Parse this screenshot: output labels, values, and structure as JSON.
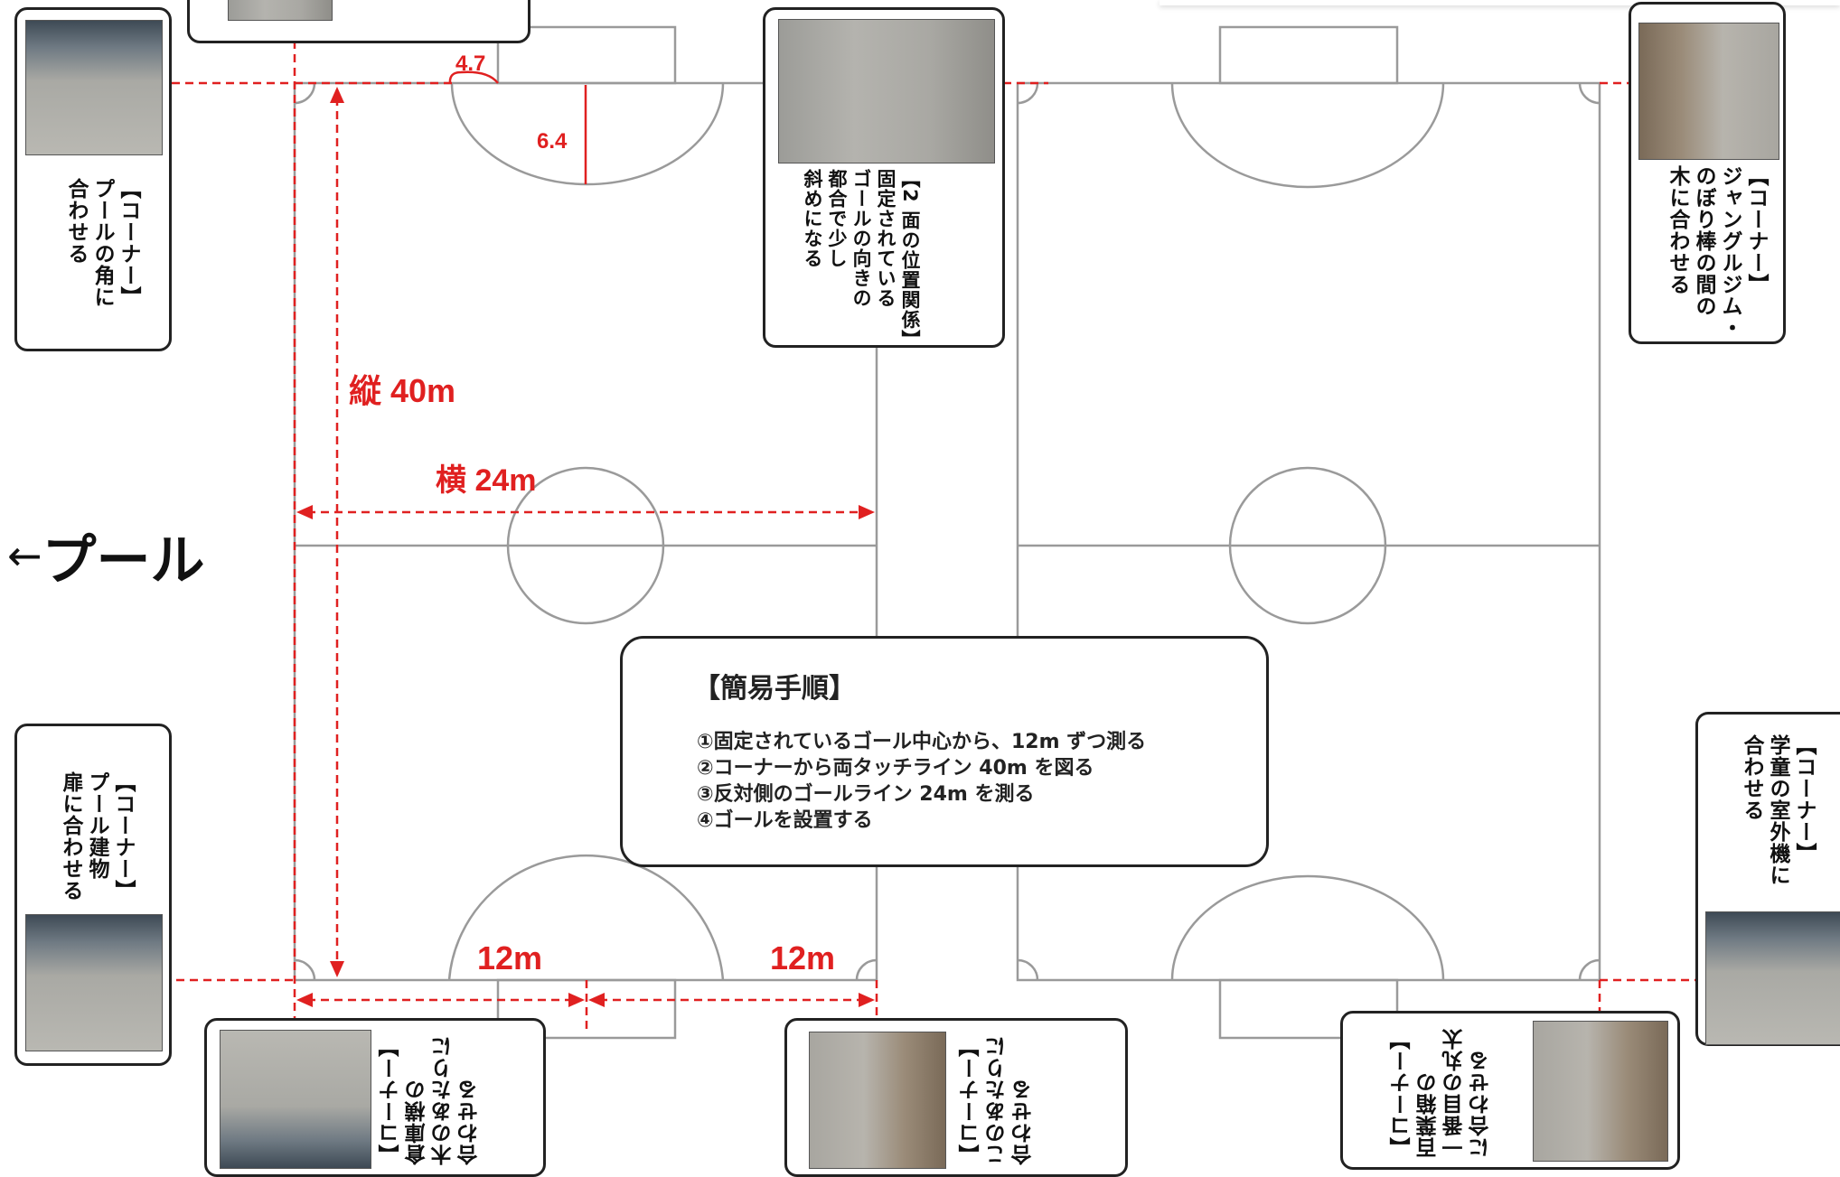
{
  "pool_label": "プール",
  "pool_arrow": "←",
  "dimensions": {
    "vertical": "縦 40m",
    "horizontal": "横 24m",
    "goal_seg_left": "12m",
    "goal_seg_right": "12m",
    "arc_a": "4.7",
    "arc_b": "6.4"
  },
  "procedure": {
    "title": "【簡易手順】",
    "steps": [
      "①固定されているゴール中心から、12m ずつ測る",
      "②コーナーから両タッチライン 40m を図る",
      "③反対側のゴールライン 24m を測る",
      "④ゴールを設置する"
    ]
  },
  "notes": {
    "top_left_corner": "【コーナー】\nプールの角に\n合わせる",
    "top_middle": "【2 面の位置関係】\n固定されている\nゴールの向きの\n都合で少し\n斜めになる",
    "top_right_corner": "【コーナー】\nジャングルジム・\nのぼり棒の間の\n木に合わせる",
    "mid_left_corner": "【コーナー】\nプール建物\n扉に合わせる",
    "mid_right_corner": "【コーナー】\n学童の室外機に\n合わせる",
    "bottom_left_corner": "【コーナー】\n倉庫横の\n木のあたりに\n合わせる",
    "bottom_middle_corner": "【コーナー】\nこのあたりに\n合わせる",
    "bottom_right_corner": "【コーナー】\n百葉箱の\n一番目の丸太\nに合わせる"
  },
  "colors": {
    "field_line": "#9a9a9a",
    "measure_red": "#e02020",
    "border": "#222222"
  }
}
